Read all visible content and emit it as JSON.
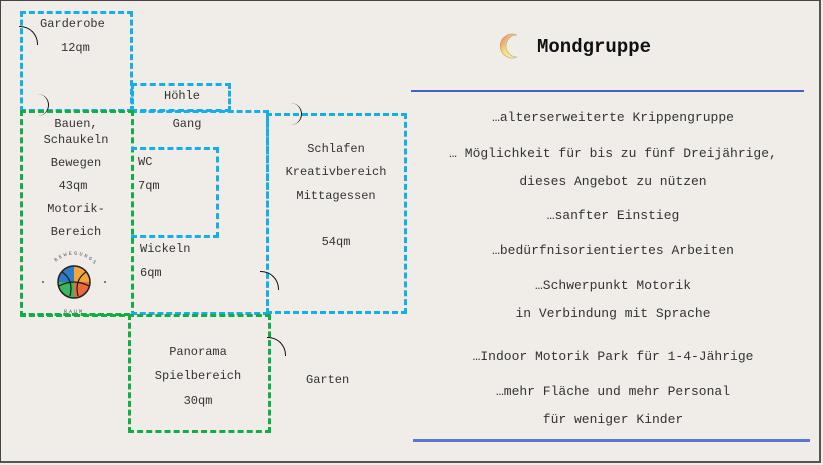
{
  "floorplan": {
    "rooms": {
      "garderobe": {
        "name": "Garderobe",
        "area": "12qm"
      },
      "hoehle": {
        "name": "Höhle"
      },
      "gang": {
        "name": "Gang"
      },
      "bewegen": {
        "line1": "Bauen,",
        "line2": "Schaukeln",
        "line3": "Bewegen",
        "area": "43qm",
        "line4": "Motorik-",
        "line5": "Bereich"
      },
      "wc": {
        "name": "WC",
        "area": "7qm"
      },
      "wickeln": {
        "name": "Wickeln",
        "area": "6qm"
      },
      "schlafen": {
        "line1": "Schlafen",
        "line2": "Kreativbereich",
        "line3": "Mittagessen",
        "area": "54qm"
      },
      "panorama": {
        "line1": "Panorama",
        "line2": "Spielbereich",
        "area": "30qm"
      },
      "garten": {
        "name": "Garten"
      }
    },
    "logo": {
      "top_text": "BEWEGUNGS",
      "bottom_text": "RAUM",
      "icon": "ball-icon"
    },
    "colors": {
      "blue_border": "#14aee8",
      "green_border": "#13ad48"
    }
  },
  "info": {
    "title": "Mondgruppe",
    "title_icon": "crescent-moon-icon",
    "divider_color": "#3f63c9",
    "bullets": [
      "…alterserweiterte Krippengruppe",
      "… Möglichkeit für bis zu fünf Dreijährige,",
      "dieses Angebot zu nützen",
      "…sanfter Einstieg",
      "…bedürfnisorientiertes Arbeiten",
      "…Schwerpunkt Motorik",
      "in Verbindung mit Sprache",
      "…Indoor Motorik Park für 1-4-Jährige",
      "…mehr Fläche und mehr Personal",
      "für weniger Kinder"
    ]
  }
}
